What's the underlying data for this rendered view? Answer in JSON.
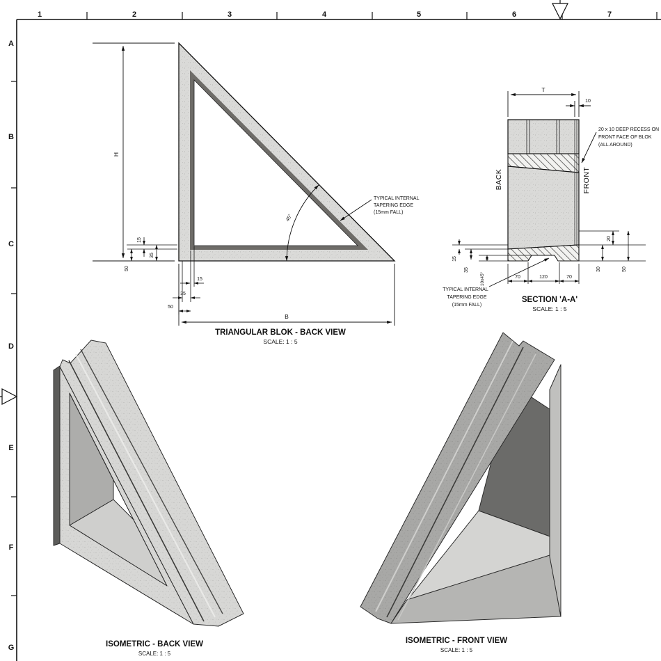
{
  "sheet": {
    "type": "engineering-drawing-sheet"
  },
  "top_ruler": {
    "numbers": [
      "1",
      "2",
      "3",
      "4",
      "5",
      "6",
      "7"
    ]
  },
  "left_ruler": {
    "letters": [
      "A",
      "B",
      "C",
      "D",
      "E",
      "F",
      "G"
    ]
  },
  "back_view": {
    "title": "TRIANGULAR BLOK - BACK VIEW",
    "scale": "SCALE: 1 : 5",
    "dim_height": "H",
    "dim_base": "B",
    "angle": "45°",
    "left_dims": [
      "15",
      "35",
      "50"
    ],
    "bottom_dims": [
      "15",
      "35",
      "50"
    ],
    "note": [
      "TYPICAL INTERNAL",
      "TAPERING EDGE",
      "(15mm FALL)"
    ]
  },
  "section_view": {
    "title": "SECTION  'A-A'",
    "scale": "SCALE: 1 : 5",
    "label_back": "BACK",
    "label_front": "FRONT",
    "dim_t": "T",
    "dim_10": "10",
    "recess_note": [
      "20 x 10 DEEP RECESS ON",
      "FRONT FACE OF BLOK",
      "(ALL AROUND)"
    ],
    "taper_note": [
      "TYPICAL INTERNAL",
      "TAPERING EDGE",
      "(15mm FALL)"
    ],
    "left_dims": [
      "15",
      "35",
      "10x45°"
    ],
    "right_dims": [
      "20",
      "30",
      "50"
    ],
    "bottom_dims": [
      "70",
      "120",
      "70"
    ]
  },
  "iso_back": {
    "title": "ISOMETRIC - BACK VIEW",
    "scale": "SCALE: 1 : 5"
  },
  "iso_front": {
    "title": "ISOMETRIC - FRONT VIEW",
    "scale": "SCALE: 1 : 5"
  }
}
